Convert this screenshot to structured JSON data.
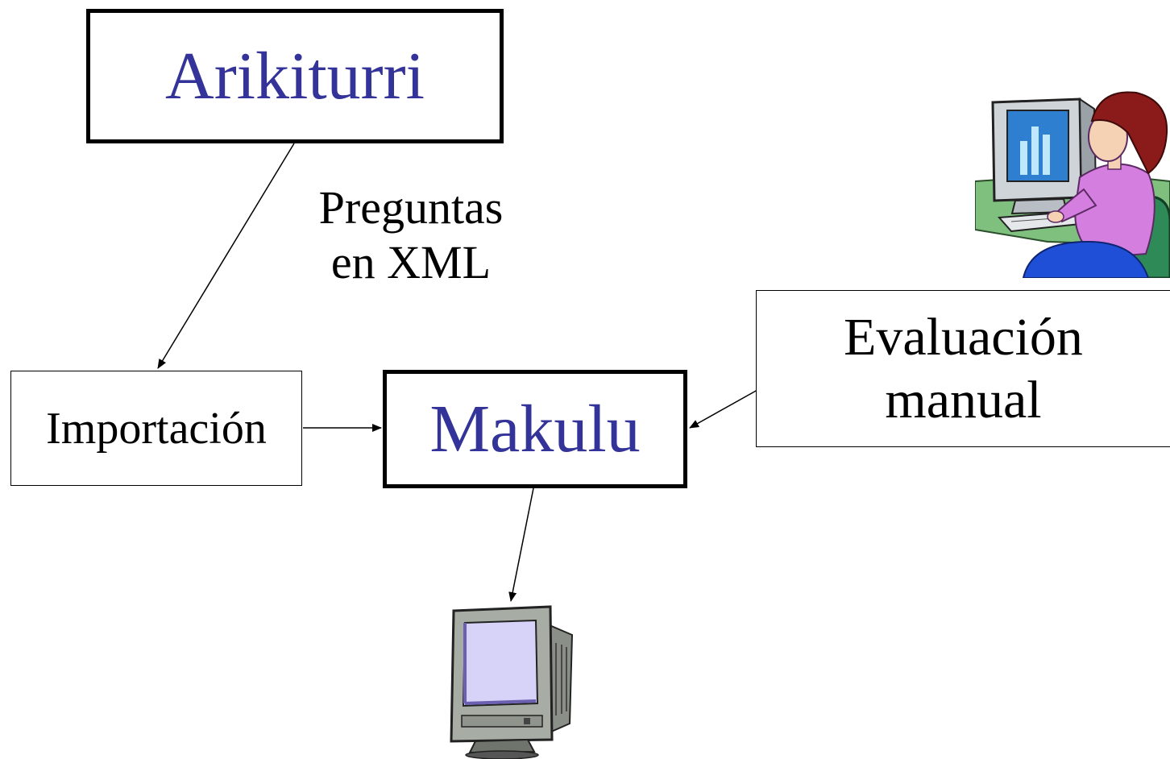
{
  "colors": {
    "system_name": "#333399",
    "line": "#000000",
    "background": "#ffffff"
  },
  "nodes": {
    "arikiturri": "Arikiturri",
    "importacion": "Importación",
    "makulu": "Makulu",
    "evaluacion_line1": "Evaluación",
    "evaluacion_line2": "manual"
  },
  "edge_labels": {
    "preguntas_line1": "Preguntas",
    "preguntas_line2": "en XML"
  },
  "clipart": {
    "person_at_computer": "person-at-computer-icon",
    "monitor": "monitor-icon"
  }
}
